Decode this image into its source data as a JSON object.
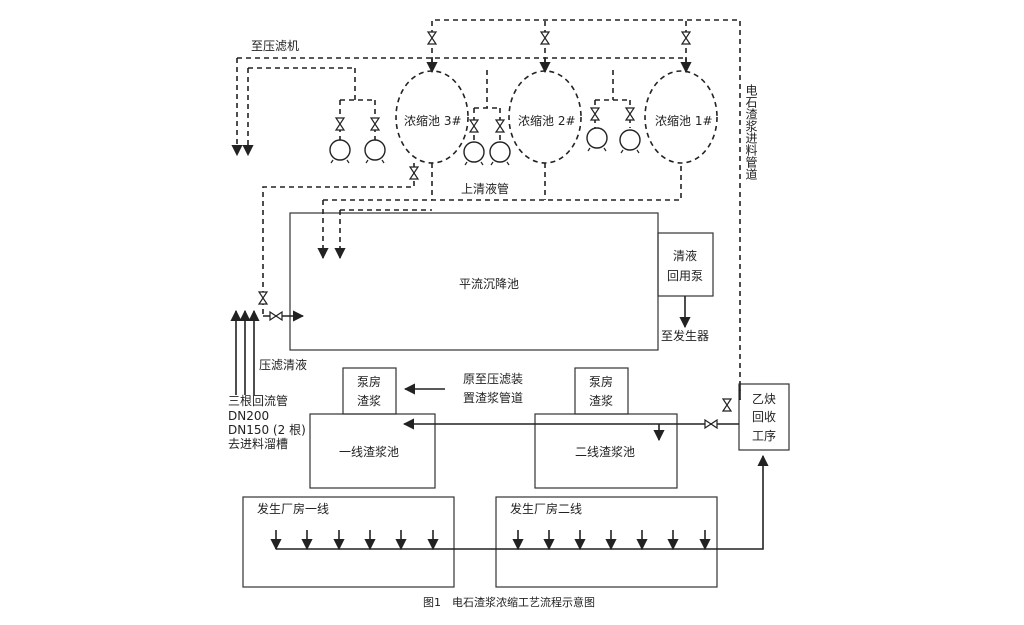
{
  "caption": "图1　电石渣浆浓缩工艺流程示意图",
  "labels": {
    "to_filter_press": "至压滤机",
    "tank3": "浓缩池 3#",
    "tank2": "浓缩池 2#",
    "tank1": "浓缩池 1#",
    "upper_clear_pipe": "上清液管",
    "feed_pipe": "电石渣浆进料管道",
    "sedimentation": "平流沉降池",
    "clear_pump_1": "清液",
    "clear_pump_2": "回用泵",
    "to_generator": "至发生器",
    "filtrate": "压滤清液",
    "return_1": "三根回流管",
    "return_2": "DN200",
    "return_3": "DN150 (2 根)",
    "return_4": "去进料溜槽",
    "pump_room_1a": "泵房",
    "pump_room_1b": "渣浆",
    "pump_room_2a": "泵房",
    "pump_room_2b": "渣浆",
    "original_1": "原至压滤装",
    "original_2": "置渣浆管道",
    "acetylene_1": "乙炔",
    "acetylene_2": "回收",
    "acetylene_3": "工序",
    "slurry_pool_1": "一线渣浆池",
    "slurry_pool_2": "二线渣浆池",
    "plant_line_1": "发生厂房一线",
    "plant_line_2": "发生厂房二线"
  },
  "icons": {
    "valve": "valve-icon",
    "pump": "pump-icon",
    "arrow": "arrow-icon"
  },
  "colors": {
    "line": "#222222",
    "box": "#333333",
    "background": "#ffffff"
  }
}
